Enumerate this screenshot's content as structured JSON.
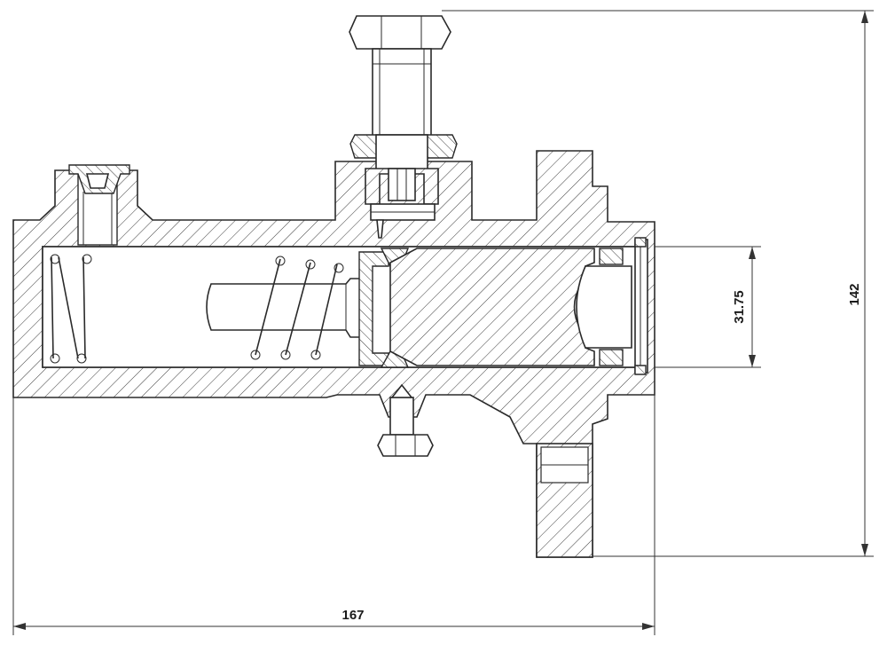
{
  "drawing": {
    "dimensions": {
      "overall_length": "167",
      "overall_height": "142",
      "bore_diameter": "31.75"
    }
  }
}
